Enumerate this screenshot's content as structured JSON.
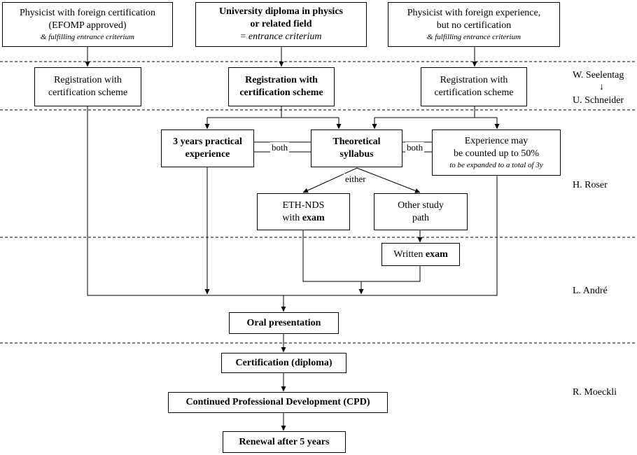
{
  "top": {
    "foreign_cert": {
      "line1": "Physicist with foreign certification",
      "line2": "(EFOMP approved)",
      "note": "& fulfilling entrance criterium"
    },
    "university": {
      "line1": "University diploma in physics",
      "line2": "or related field",
      "note_eq": "= ",
      "note_it": "entrance criterium"
    },
    "foreign_exp": {
      "line1": "Physicist with foreign experience,",
      "line2": "but no certification",
      "note": "& fulfilling entrance criterium"
    }
  },
  "registration": {
    "left": {
      "line1": "Registration with",
      "line2": "certification scheme"
    },
    "center": {
      "line1": "Registration with",
      "line2": "certification scheme"
    },
    "right": {
      "line1": "Registration with",
      "line2": "certification scheme"
    }
  },
  "practical": {
    "line1": "3 years practical",
    "line2": "experience"
  },
  "theoretical": {
    "line1": "Theoretical",
    "line2": "syllabus"
  },
  "experience_may": {
    "line1": "Experience may",
    "line2": "be counted up to 50%",
    "note": "to be expanded to a total of 3y"
  },
  "connectors": {
    "both_left": "both",
    "both_right": "both",
    "either": "either"
  },
  "eth": {
    "line1": "ETH-NDS",
    "line2_pre": "with ",
    "line2_bold": "exam"
  },
  "other_path": {
    "line1": "Other study",
    "line2": "path"
  },
  "written": {
    "pre": "Written ",
    "bold": "exam"
  },
  "oral": "Oral presentation",
  "certification": "Certification (diploma)",
  "cpd": "Continued Professional Development (CPD)",
  "renewal": "Renewal after 5 years",
  "people": {
    "seelentag": "W. Seelentag",
    "arrow": "↓",
    "schneider": "U. Schneider",
    "roser": "H. Roser",
    "andre": "L. André",
    "moeckli": "R. Moeckli"
  }
}
